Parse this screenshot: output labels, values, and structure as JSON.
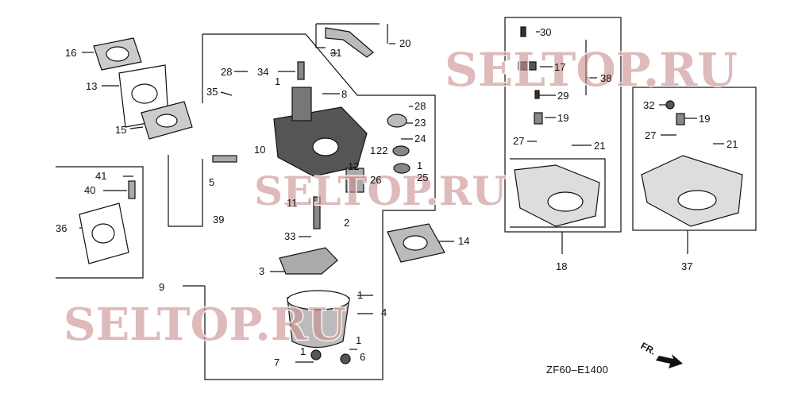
{
  "watermark": "SELTOP.RU",
  "diagram_code": "ZF60–E1400",
  "front_marker": "FR.",
  "callouts": {
    "c1a": "1",
    "c1b": "1",
    "c1c": "1",
    "c1d": "1",
    "c1e": "1",
    "c1f": "1",
    "c2": "2",
    "c3": "3",
    "c4": "4",
    "c5": "5",
    "c6": "6",
    "c7": "7",
    "c8": "8",
    "c9": "9",
    "c10": "10",
    "c11": "11",
    "c12": "12",
    "c13": "13",
    "c14": "14",
    "c15": "15",
    "c16": "16",
    "c17": "17",
    "c18": "18",
    "c19a": "19",
    "c19b": "19",
    "c20": "20",
    "c21a": "21",
    "c21b": "21",
    "c22": "22",
    "c23": "23",
    "c24": "24",
    "c25": "25",
    "c26": "26",
    "c27a": "27",
    "c27b": "27",
    "c28a": "28",
    "c28b": "28",
    "c29": "29",
    "c30": "30",
    "c31": "31",
    "c32": "32",
    "c33": "33",
    "c34": "34",
    "c35": "35",
    "c36": "36",
    "c37": "37",
    "c38": "38",
    "c39": "39",
    "c40": "40",
    "c41": "41"
  }
}
